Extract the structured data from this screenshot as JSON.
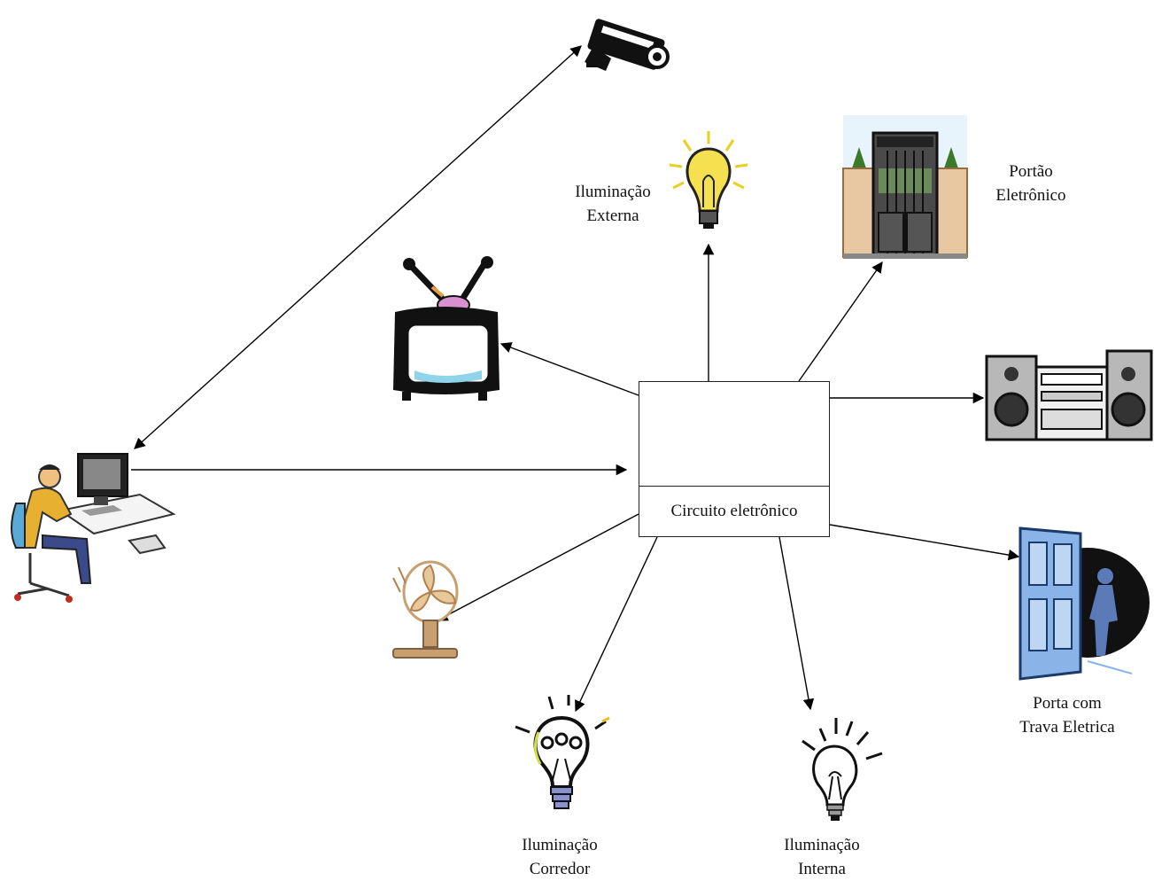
{
  "central_node": {
    "label": "Circuito eletrônico"
  },
  "devices": {
    "iluminacao_externa": {
      "line1": "Iluminação",
      "line2": "Externa"
    },
    "portao": {
      "line1": "Portão",
      "line2": "Eletrônico"
    },
    "porta": {
      "line1": "Porta com",
      "line2": "Trava Eletrica"
    },
    "iluminacao_corredor": {
      "line1": "Iluminação",
      "line2": "Corredor"
    },
    "iluminacao_interna": {
      "line1": "Iluminação",
      "line2": "Interna"
    }
  },
  "icons": [
    "security-camera-icon",
    "light-bulb-icon",
    "gate-icon",
    "television-icon",
    "stereo-icon",
    "computer-user-icon",
    "fan-icon",
    "door-person-icon",
    "bulb-corridor-icon",
    "bulb-internal-icon",
    "circuit-board-icon"
  ],
  "colors": {
    "line": "#000000",
    "door": "#8ab4e8",
    "bulb": "#f5e050",
    "fan": "#c8a070"
  }
}
